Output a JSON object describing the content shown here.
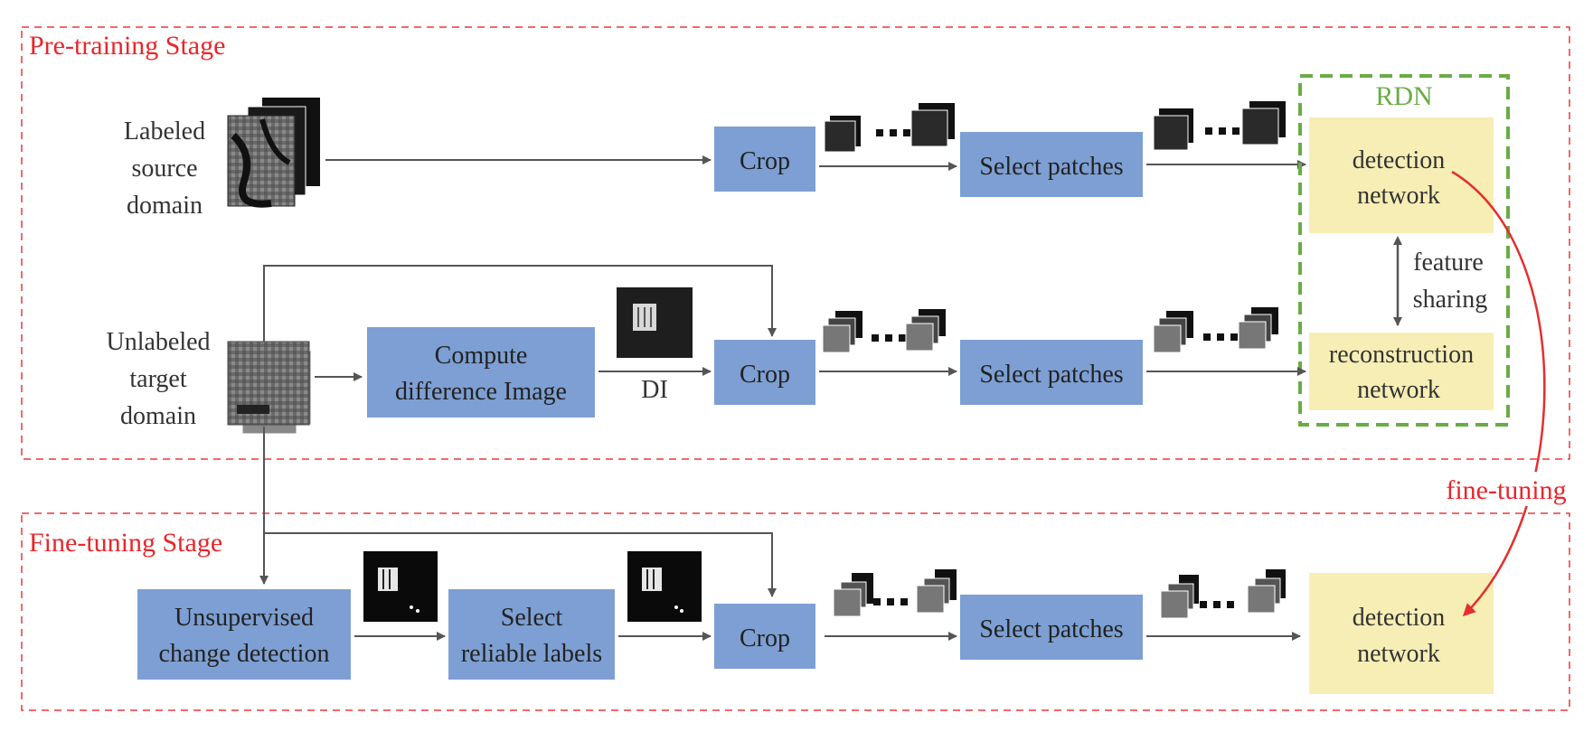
{
  "stages": {
    "pretraining": "Pre-training Stage",
    "finetuning": "Fine-tuning Stage"
  },
  "inputs": {
    "source_line1": "Labeled",
    "source_line2": "source",
    "source_line3": "domain",
    "target_line1": "Unlabeled",
    "target_line2": "target",
    "target_line3": "domain"
  },
  "boxes": {
    "crop": "Crop",
    "select_patches": "Select patches",
    "compute_di_line1": "Compute",
    "compute_di_line2": "difference Image",
    "ucd_line1": "Unsupervised",
    "ucd_line2": "change detection",
    "reliable_line1": "Select",
    "reliable_line2": "reliable labels"
  },
  "rdn": {
    "title": "RDN",
    "detection_line1": "detection",
    "detection_line2": "network",
    "reconstruction_line1": "reconstruction",
    "reconstruction_line2": "network",
    "feature_line1": "feature",
    "feature_line2": "sharing"
  },
  "labels": {
    "di": "DI",
    "finetuning_arrow": "fine-tuning"
  },
  "colors": {
    "stage_border": "#e8383d",
    "stage_text": "#e8262b",
    "box_blue": "#7d9fd3",
    "box_yellow": "#f7eeb5",
    "rdn_green": "#6aac46",
    "arrow": "#555555",
    "finetune_arrow": "#e62e2e"
  }
}
